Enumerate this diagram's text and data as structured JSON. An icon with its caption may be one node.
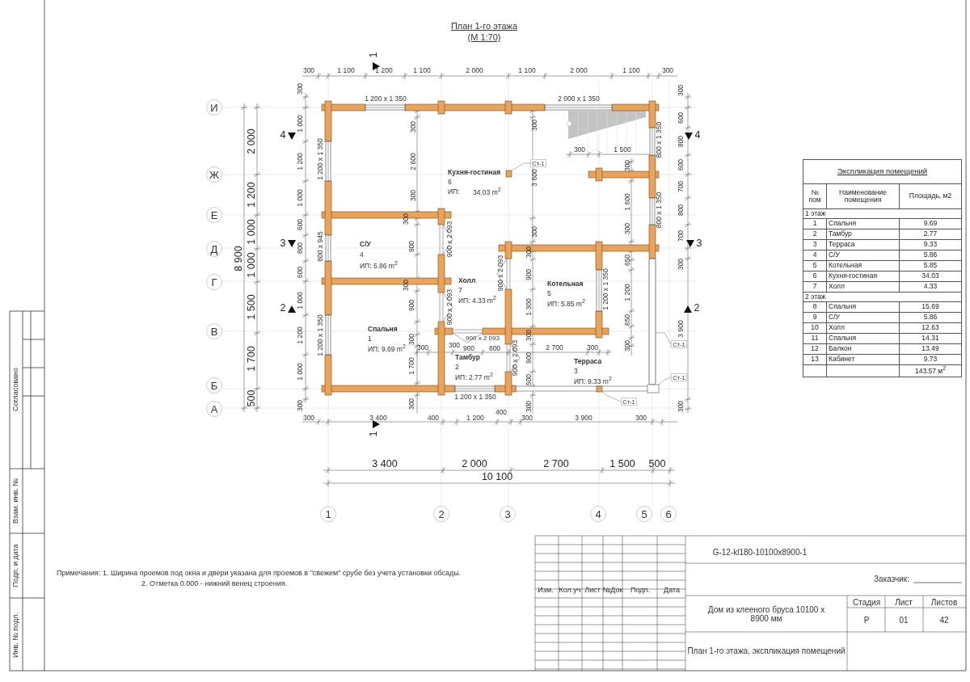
{
  "diagram": {
    "title": "План 1-го этажа",
    "nodes": [
      {
        "text": [
          "И"
        ]
      },
      {
        "text": [
          "Ж"
        ]
      },
      {
        "text": [
          "Е"
        ]
      },
      {
        "text": [
          "Д"
        ]
      },
      {
        "text": [
          "Г"
        ]
      },
      {
        "text": [
          "В"
        ]
      },
      {
        "text": [
          "Б"
        ]
      },
      {
        "text": [
          "А"
        ]
      },
      {
        "text": [
          "1"
        ]
      },
      {
        "text": [
          "2"
        ]
      },
      {
        "text": [
          "3"
        ]
      },
      {
        "text": [
          "4"
        ]
      },
      {
        "text": [
          "5"
        ]
      },
      {
        "text": [
          "6"
        ]
      },
      {
        "text": [
          "Ст-1"
        ]
      },
      {
        "text": [
          "Ст-1"
        ]
      },
      {
        "text": [
          "Ст-1"
        ]
      },
      {
        "text": [
          "Ст-1"
        ]
      },
      {
        "text": [],
        "shape": "box"
      },
      {
        "text": [],
        "shape": "bar"
      },
      {
        "text": [],
        "shape": "box"
      },
      {
        "text": [],
        "shape": "box"
      }
    ],
    "edges": [
      {
        "from": 14,
        "to": 18,
        "arrow": "none"
      },
      {
        "from": 15,
        "to": 19,
        "arrow": "none"
      },
      {
        "from": 16,
        "to": 20,
        "arrow": "none"
      },
      {
        "from": 17,
        "to": 21,
        "arrow": "none"
      }
    ],
    "labels": [
      "(М 1:70)",
      "300",
      "1 100",
      "1 200",
      "1 100",
      "2 000",
      "1 100",
      "2 000",
      "1 100",
      "300",
      "1",
      "1 200 x 1 350",
      "2 000 x 1 350",
      "2 000",
      "1 200",
      "8 900",
      "1 000",
      "1 000",
      "1 500",
      "1 700",
      "500",
      "300",
      "1 000",
      "1 200",
      "1 000",
      "600",
      "800",
      "600",
      "1 000",
      "1 200",
      "1 000",
      "300",
      "1 200 x 1 350",
      "800 x 945",
      "1 200 x 1 350",
      "4",
      "3",
      "2",
      "Кухня-гостиная",
      "6",
      "ИП:",
      "34.03 m$^{2}$",
      "300",
      "2 600",
      "300",
      "300",
      "3 600",
      "300",
      "300",
      "1 500",
      "300",
      "1 600",
      "300",
      "800 x 1 350",
      "800 x 1 350",
      "300",
      "600",
      "800",
      "600",
      "700",
      "800",
      "700",
      "300",
      "3 900",
      "300",
      "4",
      "3",
      "2",
      "С/У",
      "4",
      "ИП: 5.86 m$^{2}$",
      "300",
      "900",
      "300",
      "900",
      "300",
      "1 700",
      "300",
      "900 x 2 093",
      "900 x 2 093",
      "900 x 2 093",
      "Холл",
      "7",
      "ИП: 4.33 m$^{2}$",
      "300",
      "900",
      "1 300",
      "300",
      "900",
      "500",
      "300",
      "Котельная",
      "5",
      "ИП: 5.85 m$^{2}$",
      "1 200 x 1 350",
      "650",
      "1 200",
      "650",
      "300",
      "Спальня",
      "1",
      "ИП: 9.69 m$^{2}$",
      "300",
      "300",
      "900 x 2 093",
      "900",
      "800",
      "2 700",
      "300",
      "900 x 2 093",
      "Тамбур",
      "2",
      "ИП: 2.77 m$^{2}$",
      "Терраса",
      "3",
      "ИП: 9.33 m$^{2}$",
      "1 200 x 1 350",
      "300",
      "3 400",
      "400",
      "1 200",
      "400",
      "300",
      "3 900",
      "300",
      "1",
      "3 400",
      "2 000",
      "2 700",
      "1 500",
      "500",
      "10 100",
      "Экспликация помещений",
      "№ пом",
      "Наименование помещения",
      "Площадь, м2",
      "1 этаж",
      "1",
      "Спальня",
      "9.69",
      "2",
      "Тамбур",
      "2.77",
      "3",
      "Терраса",
      "9.33",
      "4",
      "С/У",
      "5.86",
      "5",
      "Котельная",
      "5.85",
      "6",
      "Кухня-гостиная",
      "34.03",
      "7",
      "Холл",
      "4.33",
      "2 этаж",
      "8",
      "Спальня",
      "15.69",
      "9",
      "С/У",
      "5.86",
      "10",
      "Холл",
      "12.63",
      "11",
      "Спальня",
      "14.31",
      "12",
      "Балкон",
      "13.49",
      "13",
      "Кабинет",
      "9.73",
      "143.57 м$^{2}$",
      "Примечания: 1. Ширина проемов под окна и двери указана для проемов в \"свежем\" срубе без учета установки обсады.",
      "2. Отметка 0.000 - нижний венец строения.",
      "Согласовано",
      "Взам. инв. №",
      "Подп. и дата",
      "Инв. № подл.",
      "G-12-kl180-10100x8900-1",
      "Заказчик:",
      "Изм.",
      "Кол.уч",
      "Лист",
      "№Док",
      "Подп.",
      "Дата",
      "Дом из клееного бруса 10100 x 8900 мм",
      "Стадия",
      "Лист",
      "Листов",
      "Р",
      "01",
      "42",
      "План 1-го этажа, экспликация помещений"
    ]
  }
}
